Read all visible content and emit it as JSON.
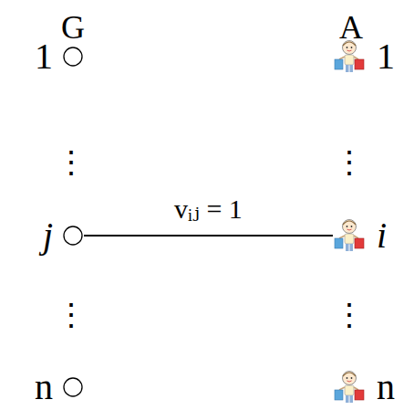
{
  "diagram": {
    "nodes": [
      {
        "text": [
          "1"
        ]
      },
      {
        "text": [
          "1"
        ]
      },
      {
        "text": [
          "j"
        ]
      },
      {
        "text": [
          "i"
        ]
      },
      {
        "text": [
          "n"
        ]
      },
      {
        "text": [
          "n"
        ]
      }
    ],
    "edges": [
      {
        "from": 2,
        "to": 3,
        "arrow": "none",
        "label": "vᵢⱼ = 1"
      }
    ],
    "labels": [
      "G",
      "A",
      "⋮",
      "⋮",
      "⋮",
      "⋮"
    ]
  }
}
